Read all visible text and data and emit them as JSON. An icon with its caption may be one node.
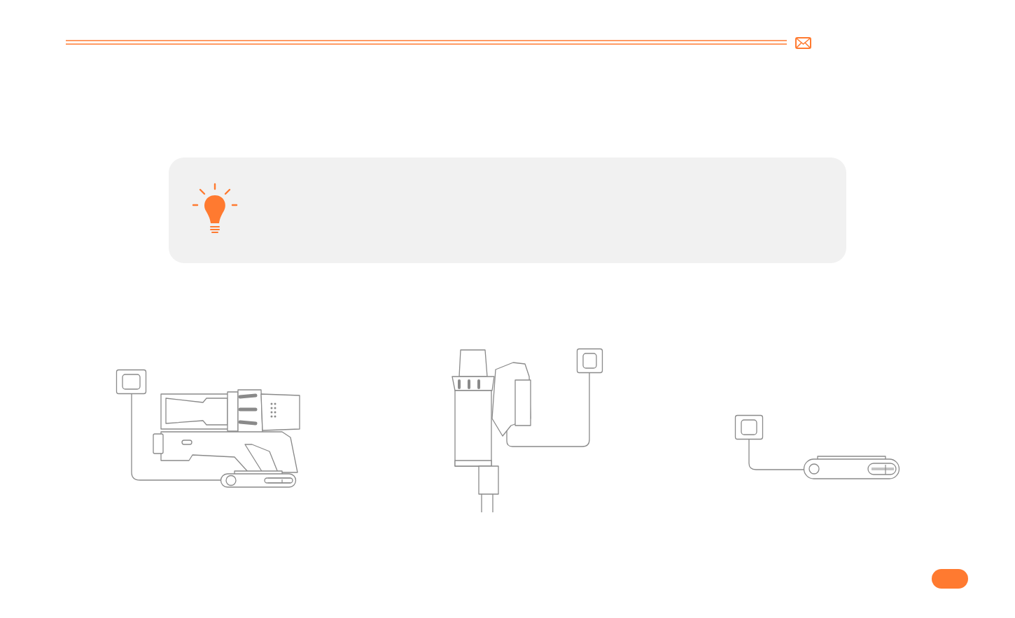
{
  "diagram": {
    "nodes": [
      {
        "text": [],
        "shape": "box"
      },
      {
        "text": [],
        "shape": "picture"
      },
      {
        "text": [],
        "shape": "picture"
      },
      {
        "text": [],
        "shape": "box"
      },
      {
        "text": [],
        "shape": "box"
      },
      {
        "text": [],
        "shape": "picture"
      }
    ],
    "edges": [
      {
        "from": 0,
        "to": 1,
        "arrow": "none"
      },
      {
        "from": 3,
        "to": 2,
        "arrow": "none"
      },
      {
        "from": 4,
        "to": 5,
        "arrow": "none"
      }
    ]
  }
}
